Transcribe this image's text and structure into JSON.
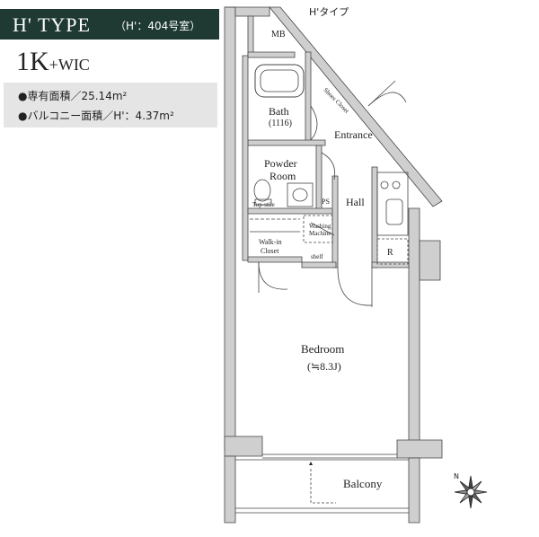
{
  "header": {
    "type_label": "H' TYPE",
    "room_label": "（H'：404号室）",
    "layout": "1K",
    "layout_suffix": "+WIC"
  },
  "info": {
    "area_line": "●専有面積／25.14m²",
    "balcony_line": "●バルコニー面積／H'：4.37m²"
  },
  "plan": {
    "caption": "H'タイプ",
    "rooms": {
      "mb": "MB",
      "bath": "Bath",
      "bath_size": "(1116)",
      "shoe_closet": "Shoes Closet",
      "entrance": "Entrance",
      "powder_line1": "Powder",
      "powder_line2": "Room",
      "top_stile": "Top-stile",
      "ps": "PS",
      "hall": "Hall",
      "washing_line1": "Washing",
      "washing_line2": "Machine",
      "wic_line1": "Walk-in",
      "wic_line2": "Closet",
      "shelf": "shelf",
      "fridge": "R",
      "bedroom": "Bedroom",
      "bedroom_size": "(≒8.3J)",
      "balcony": "Balcony"
    },
    "compass": "N"
  }
}
